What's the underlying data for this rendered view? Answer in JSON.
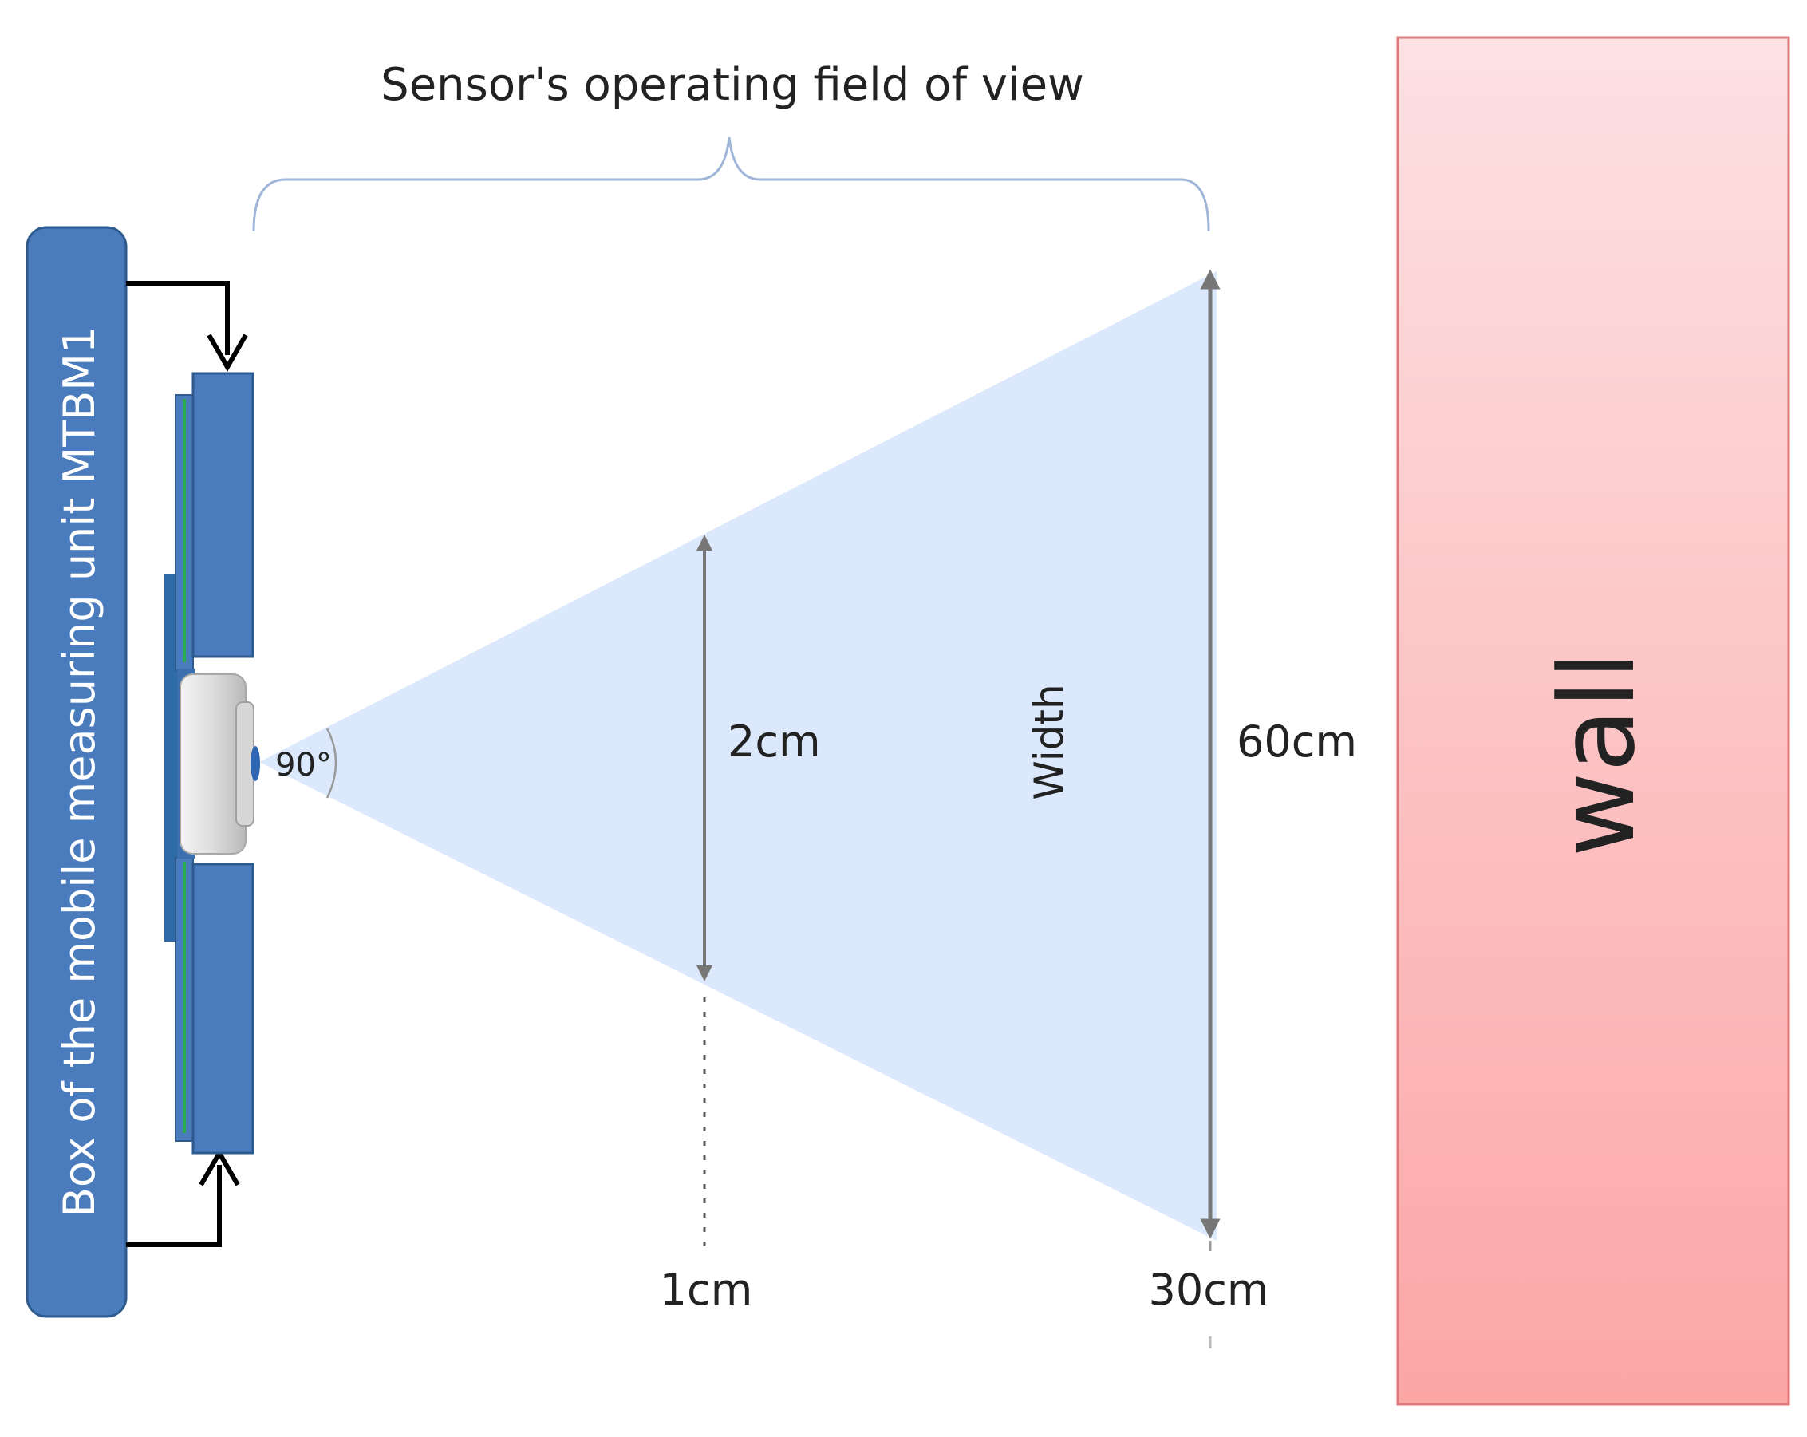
{
  "title": "Sensor's operating field of view",
  "box_label": "Box of the mobile measuring unit MTBM1",
  "angle_label": "90°",
  "near_width_label": "2cm",
  "width_axis_label": "Width",
  "far_width_label": "60cm",
  "near_distance_label": "1cm",
  "far_distance_label": "30cm",
  "wall_label": "wall",
  "colors": {
    "box_fill": "#4a7bbd",
    "box_stroke": "#2f5a8e",
    "field_of_view": "#dce9fc",
    "wall_top": "#fde1e3",
    "wall_bottom": "#fca6a6",
    "wall_stroke": "#e07a7a",
    "bracket": "#9fb6d8",
    "green_strip": "#2eab4d",
    "dimension_arrow": "#777777"
  }
}
